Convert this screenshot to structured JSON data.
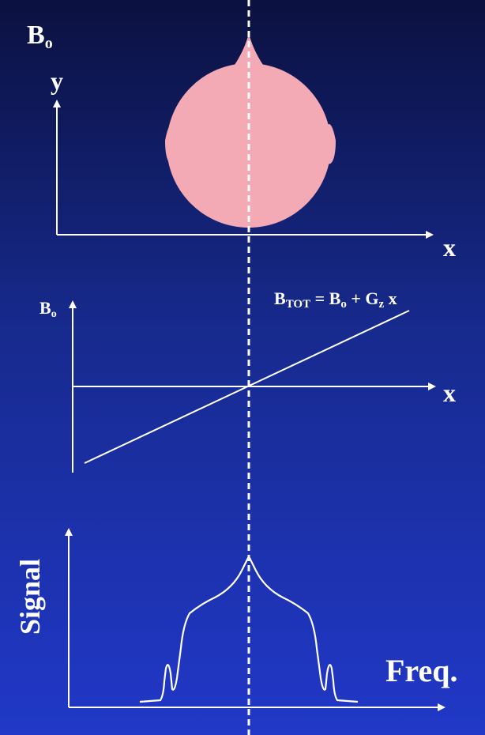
{
  "labels": {
    "b0_top": "B",
    "b0_top_sub": "o",
    "axis_y": "y",
    "axis_x_top": "x",
    "b0_mid": "B",
    "b0_mid_sub": "o",
    "axis_x_mid": "x",
    "formula_b": "B",
    "formula_b_sub": "TOT",
    "formula_eq": " = B",
    "formula_eq_sub": "o",
    "formula_plus": " + G",
    "formula_plus_sub": "z",
    "formula_x": " x",
    "signal_label": "Signal",
    "freq_label": "Freq."
  },
  "colors": {
    "background_top": "#0b1140",
    "background_bottom": "#2138c8",
    "head": "#f4aab4",
    "lines": "#ffffff"
  }
}
